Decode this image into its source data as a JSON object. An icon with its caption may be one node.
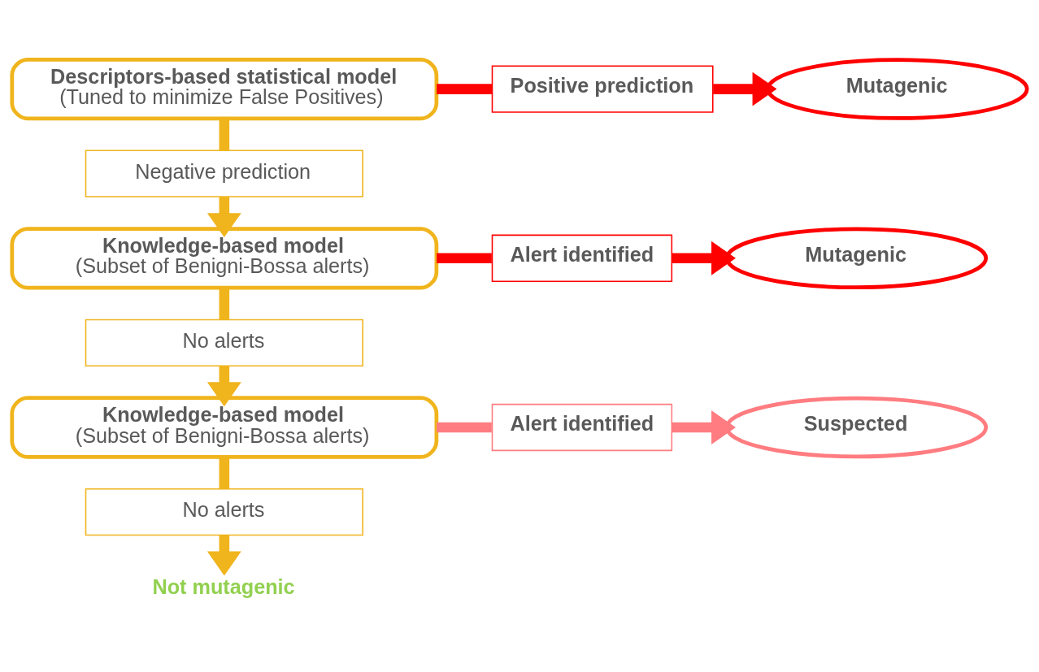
{
  "diagram": {
    "nodes": [
      {
        "text": [
          "Descriptors-based statistical model",
          "(Tuned to minimize False Positives)"
        ]
      },
      {
        "text": [
          "Positive prediction"
        ]
      },
      {
        "text": [
          "Mutagenic"
        ]
      },
      {
        "text": [
          "Negative prediction"
        ]
      },
      {
        "text": [
          "Knowledge-based model",
          "(Subset of Benigni-Bossa alerts)"
        ]
      },
      {
        "text": [
          "Alert identified"
        ]
      },
      {
        "text": [
          "Mutagenic"
        ]
      },
      {
        "text": [
          "No alerts"
        ]
      },
      {
        "text": [
          "Knowledge-based model",
          "(Subset of Benigni-Bossa alerts)"
        ]
      },
      {
        "text": [
          "Alert identified"
        ]
      },
      {
        "text": [
          "Suspected"
        ]
      },
      {
        "text": [
          "No alerts"
        ]
      },
      {
        "text": [
          "Not mutagenic"
        ]
      }
    ],
    "edges": [
      {
        "from": 0,
        "to": 1,
        "arrow": "none",
        "color": "#ff0000"
      },
      {
        "from": 1,
        "to": 2,
        "arrow": "to",
        "color": "#ff0000"
      },
      {
        "from": 0,
        "to": 3,
        "arrow": "none"
      },
      {
        "from": 3,
        "to": 4,
        "arrow": "to"
      },
      {
        "from": 4,
        "to": 5,
        "arrow": "none",
        "color": "#ff0000"
      },
      {
        "from": 5,
        "to": 6,
        "arrow": "to",
        "color": "#ff0000"
      },
      {
        "from": 4,
        "to": 7,
        "arrow": "none"
      },
      {
        "from": 7,
        "to": 8,
        "arrow": "to"
      },
      {
        "from": 8,
        "to": 9,
        "arrow": "none",
        "color": "#ff7c80"
      },
      {
        "from": 9,
        "to": 10,
        "arrow": "to",
        "color": "#ff7c80"
      },
      {
        "from": 8,
        "to": 11,
        "arrow": "none"
      },
      {
        "from": 11,
        "to": 12,
        "arrow": "to"
      }
    ]
  }
}
